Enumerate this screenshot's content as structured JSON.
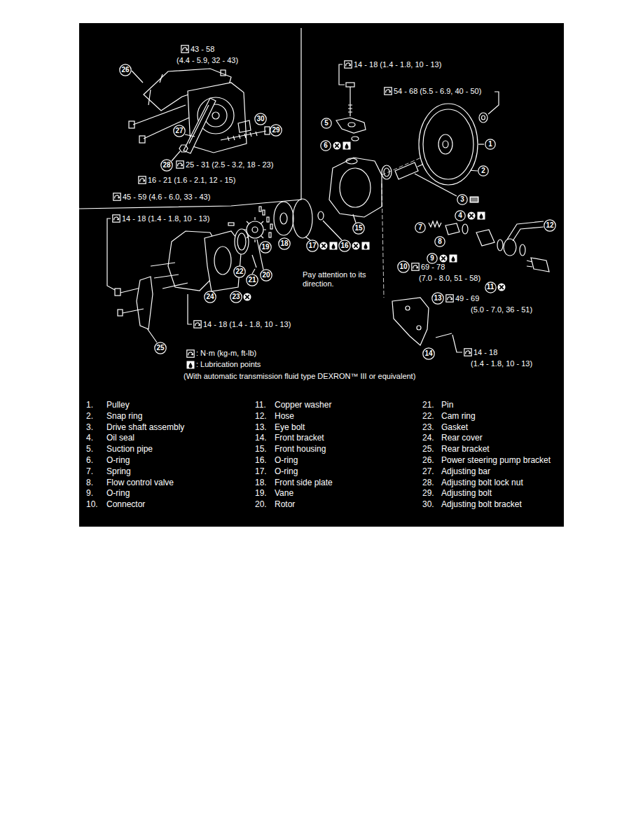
{
  "diagram": {
    "nodes": [
      {
        "text": [
          "1"
        ]
      },
      {
        "text": [
          "2"
        ]
      },
      {
        "text": [
          "3"
        ]
      },
      {
        "text": [
          "4"
        ]
      },
      {
        "text": [
          "5"
        ]
      },
      {
        "text": [
          "6"
        ]
      },
      {
        "text": [
          "7"
        ]
      },
      {
        "text": [
          "8"
        ]
      },
      {
        "text": [
          "9"
        ]
      },
      {
        "text": [
          "10"
        ]
      },
      {
        "text": [
          "11"
        ]
      },
      {
        "text": [
          "12"
        ]
      },
      {
        "text": [
          "13"
        ]
      },
      {
        "text": [
          "14"
        ]
      },
      {
        "text": [
          "15"
        ]
      },
      {
        "text": [
          "16"
        ]
      },
      {
        "text": [
          "17"
        ]
      },
      {
        "text": [
          "18"
        ]
      },
      {
        "text": [
          "19"
        ]
      },
      {
        "text": [
          "20"
        ]
      },
      {
        "text": [
          "21"
        ]
      },
      {
        "text": [
          "22"
        ]
      },
      {
        "text": [
          "23"
        ]
      },
      {
        "text": [
          "24"
        ]
      },
      {
        "text": [
          "25"
        ]
      },
      {
        "text": [
          "26"
        ]
      },
      {
        "text": [
          "27"
        ]
      },
      {
        "text": [
          "28"
        ]
      },
      {
        "text": [
          "29"
        ]
      },
      {
        "text": [
          "30"
        ]
      }
    ],
    "labels": [
      "43 - 58",
      "(4.4 - 5.9, 32 - 43)",
      "14 - 18 (1.4 - 1.8, 10 - 13)",
      "54 - 68 (5.5 - 6.9, 40 - 50)",
      "25 - 31 (2.5 - 3.2, 18 - 23)",
      "16 - 21 (1.6 - 2.1, 12 - 15)",
      "45 - 59 (4.6 - 6.0, 33 - 43)",
      "14 - 18 (1.4 - 1.8, 10 - 13)",
      "14 - 18 (1.4 - 1.8, 10 - 13)",
      "Pay attention to its direction.",
      "69 - 78",
      "(7.0 - 8.0, 51 - 58)",
      "49 - 69",
      "(5.0 - 7.0, 36 - 51)",
      "14 - 18",
      "(1.4 - 1.8, 10 - 13)",
      "1.",
      "Pulley",
      "2.",
      "Snap ring",
      "3.",
      "Drive shaft assembly",
      "4.",
      "Oil seal",
      "5.",
      "Suction pipe",
      "6.",
      "O-ring",
      "7.",
      "Spring",
      "8.",
      "Flow control valve",
      "9.",
      "O-ring",
      "10.",
      "Connector",
      "11.",
      "Copper washer",
      "12.",
      "Hose",
      "13.",
      "Eye bolt",
      "14.",
      "Front bracket",
      "15.",
      "Front housing",
      "16.",
      "O-ring",
      "17.",
      "O-ring",
      "18.",
      "Front side plate",
      "19.",
      "Vane",
      "20.",
      "Rotor",
      "21.",
      "Pin",
      "22.",
      "Cam ring",
      "23.",
      "Gasket",
      "24.",
      "Rear cover",
      "25.",
      "Rear bracket",
      "26.",
      "Power steering pump bracket",
      "27.",
      "Adjusting bar",
      "28.",
      "Adjusting bolt lock nut",
      "29.",
      "Adjusting bolt",
      "30.",
      "Adjusting bolt bracket",
      "(With automatic transmission fluid type DEXRON™ III or equivalent)"
    ],
    "legend": [
      {
        "text": ": N·m (kg-m, ft-lb)"
      },
      {
        "text": ": Lubrication points"
      }
    ]
  }
}
